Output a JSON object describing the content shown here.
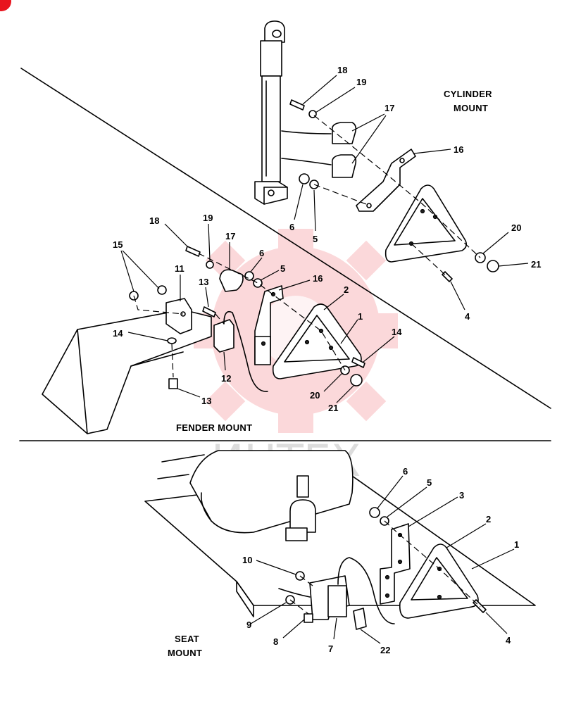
{
  "sections": {
    "cylinder": [
      "CYLINDER",
      "MOUNT"
    ],
    "fender": "FENDER MOUNT",
    "seat": [
      "SEAT",
      "MOUNT"
    ]
  },
  "watermark": {
    "text": "ИНТЕХ",
    "color": "#e8141e"
  },
  "callouts": {
    "cylinder": [
      "18",
      "19",
      "17",
      "16",
      "6",
      "5",
      "20",
      "21",
      "4"
    ],
    "fender": [
      "18",
      "19",
      "17",
      "6",
      "5",
      "16",
      "15",
      "11",
      "13",
      "2",
      "1",
      "14",
      "14",
      "12",
      "13",
      "20",
      "21"
    ],
    "seat": [
      "6",
      "5",
      "3",
      "2",
      "1",
      "10",
      "9",
      "8",
      "7",
      "22",
      "4"
    ]
  },
  "colors": {
    "ink": "#000000",
    "background": "#ffffff",
    "accent": "#e8141e"
  }
}
